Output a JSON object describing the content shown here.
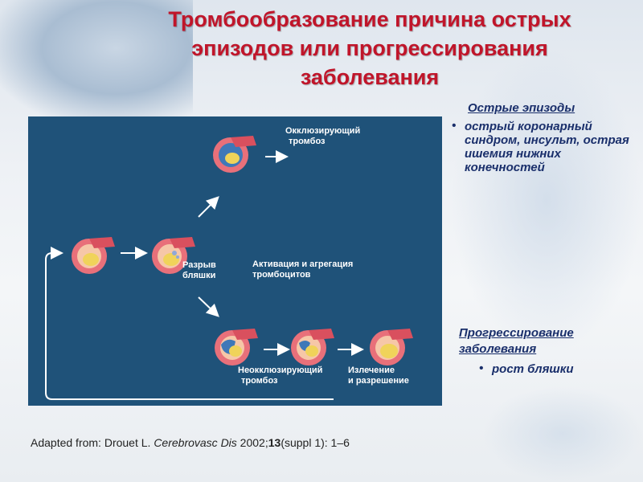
{
  "title": "Тромбообразование причина острых эпизодов или прогрессирования заболевания",
  "diagram": {
    "occlusive_thrombosis_line1": "Окклюзирующий",
    "occlusive_thrombosis_line2": "тромбоз",
    "plaque_rupture_line1": "Разрыв",
    "plaque_rupture_line2": "бляшки",
    "platelet_activation_line1": "Активация и агрегация",
    "platelet_activation_line2": "тромбоцитов",
    "nonocclusive_thrombosis_line1": "Неокклюзирующий",
    "nonocclusive_thrombosis_line2": "тромбоз",
    "healing_line1": "Излечение",
    "healing_line2": "и разрешение"
  },
  "acute_episodes": {
    "heading": "Острые эпизоды",
    "bullet": "•",
    "item": "острый коронарный синдром, инсульт, острая ишемия нижних конечностей"
  },
  "progression": {
    "heading_line1": "Прогрессирование",
    "heading_line2": "заболевания",
    "bullet": "•",
    "item": "рост бляшки"
  },
  "citation": {
    "prefix": "Adapted from: Drouet L. ",
    "journal": "Cerebrovasc Dis",
    "year": " 2002;",
    "volume": "13",
    "pages": "(suppl 1): 1–6"
  },
  "colors": {
    "title": "#c0152a",
    "panel": "#1f5279",
    "side_text": "#1a2f6b"
  }
}
